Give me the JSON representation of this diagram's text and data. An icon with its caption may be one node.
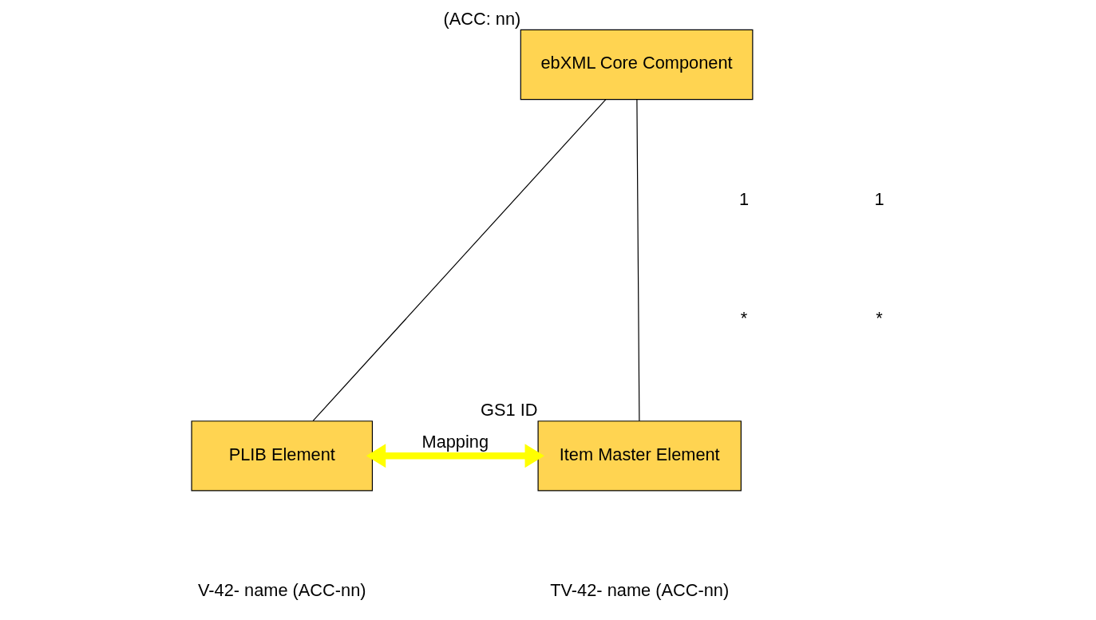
{
  "diagram": {
    "nodes": [
      {
        "text": [
          "ebXML Core Component"
        ],
        "beside": [
          "(ACC: nn)"
        ]
      },
      {
        "text": [
          "PLIB Element"
        ]
      },
      {
        "text": [
          "Item Master Element"
        ],
        "beside": [
          "GS1 ID"
        ]
      }
    ],
    "edges": [
      {
        "from": 0,
        "to": 1,
        "arrow": "none"
      },
      {
        "from": 0,
        "to": 2,
        "arrow": "none"
      },
      {
        "from": 1,
        "to": 2,
        "arrow": "both",
        "label": "Mapping",
        "style": "thick",
        "color": "#ffff00"
      }
    ],
    "labels": [
      "1",
      "1",
      "*",
      "*",
      "V-42- name (ACC-nn)",
      "TV-42- name (ACC-nn)"
    ]
  }
}
